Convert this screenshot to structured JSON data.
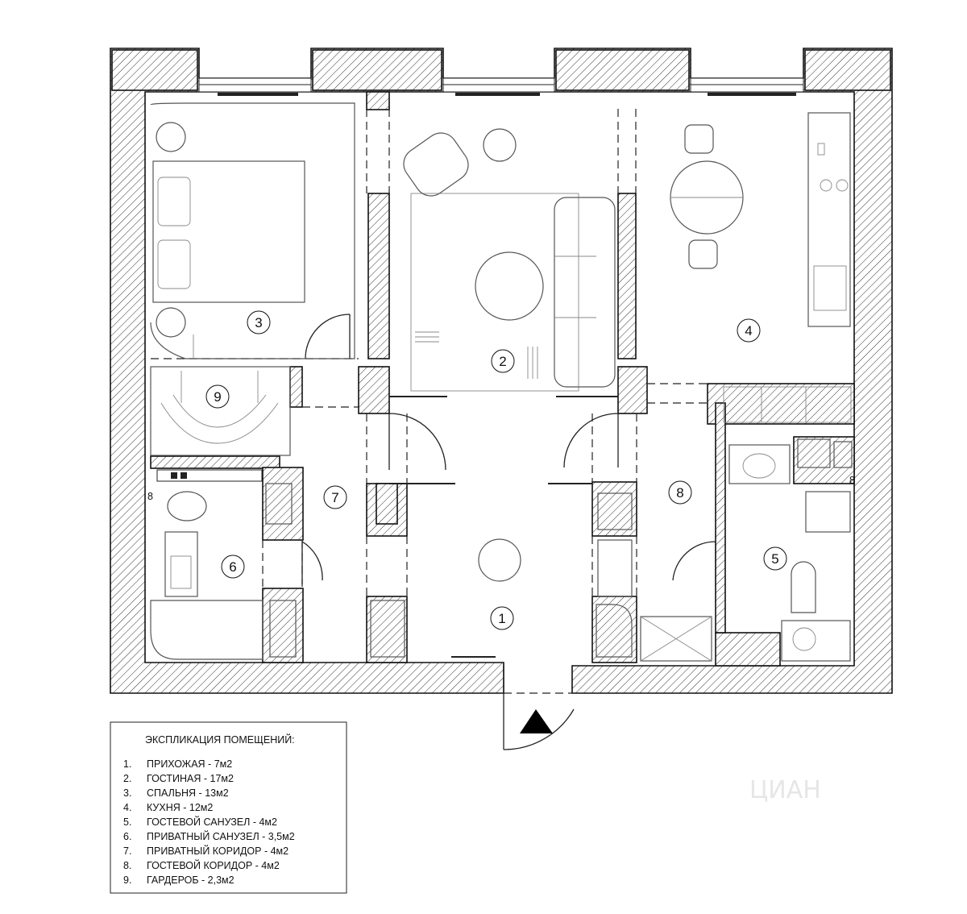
{
  "plan": {
    "rooms": [
      {
        "id": "1",
        "label": "1"
      },
      {
        "id": "2",
        "label": "2"
      },
      {
        "id": "3",
        "label": "3"
      },
      {
        "id": "4",
        "label": "4"
      },
      {
        "id": "5",
        "label": "5"
      },
      {
        "id": "6",
        "label": "6"
      },
      {
        "id": "7",
        "label": "7"
      },
      {
        "id": "8",
        "label": "8"
      },
      {
        "id": "9",
        "label": "9"
      }
    ],
    "riser_label_left": "8",
    "riser_label_right": "8"
  },
  "legend": {
    "title": "ЭКСПЛИКАЦИЯ ПОМЕЩЕНИЙ:",
    "items": [
      {
        "num": "1.",
        "text": "ПРИХОЖАЯ - 7м2"
      },
      {
        "num": "2.",
        "text": "ГОСТИНАЯ - 17м2"
      },
      {
        "num": "3.",
        "text": "СПАЛЬНЯ - 13м2"
      },
      {
        "num": "4.",
        "text": "КУХНЯ - 12м2"
      },
      {
        "num": "5.",
        "text": "ГОСТЕВОЙ САНУЗЕЛ - 4м2"
      },
      {
        "num": "6.",
        "text": "ПРИВАТНЫЙ САНУЗЕЛ - 3,5м2"
      },
      {
        "num": "7.",
        "text": "ПРИВАТНЫЙ КОРИДОР - 4м2"
      },
      {
        "num": "8.",
        "text": "ГОСТЕВОЙ КОРИДОР - 4м2"
      },
      {
        "num": "9.",
        "text": "ГАРДЕРОБ - 2,3м2"
      }
    ]
  },
  "watermark": "ЦИАН"
}
